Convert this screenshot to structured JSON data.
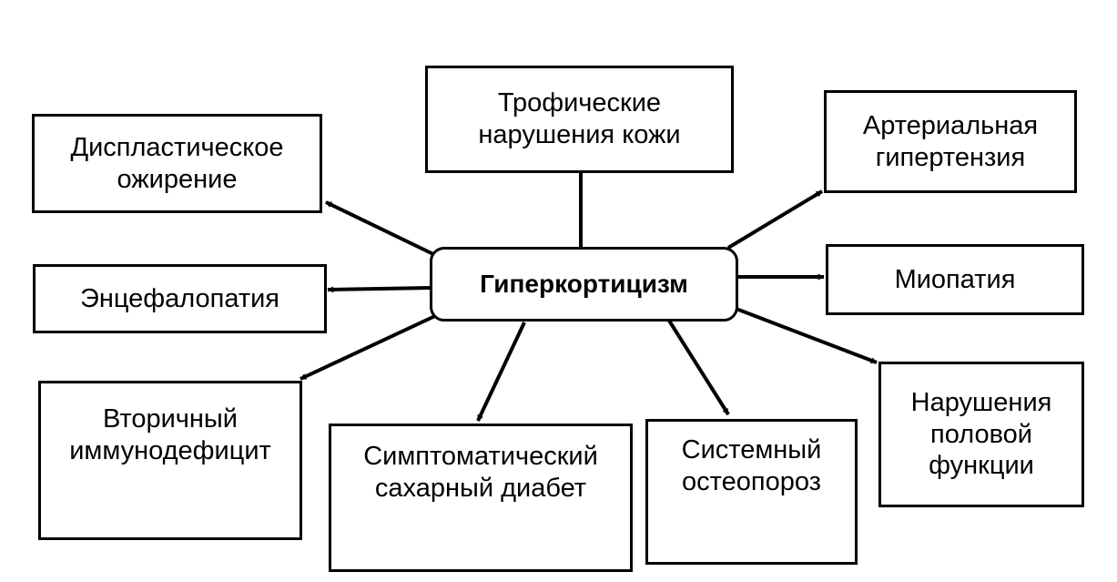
{
  "center": {
    "label": "Гиперкортицизм"
  },
  "nodes": {
    "trophic": "Трофические\nнарушения кожи",
    "dysplastic": "Диспластическое\nожирение",
    "hypertension": "Артериальная\nгипертензия",
    "encephalopathy": "Энцефалопатия",
    "myopathy": "Миопатия",
    "immunodeficiency": "Вторичный\nиммунодефицит",
    "diabetes": "Симптоматический\nсахарный диабет",
    "osteoporosis": "Системный\nостеопороз",
    "sexual": "Нарушения\nполовой\nфункции"
  }
}
